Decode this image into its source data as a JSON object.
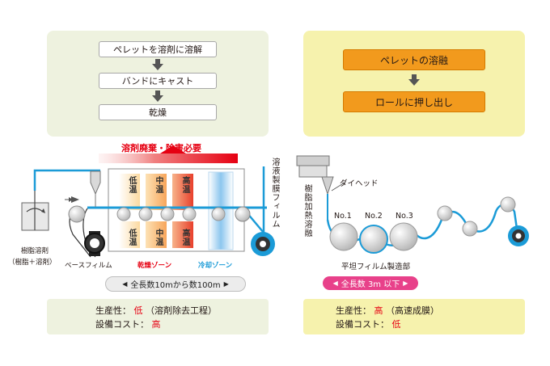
{
  "left": {
    "steps": [
      "ペレットを溶剤に溶解",
      "バンドにキャスト",
      "乾燥"
    ],
    "banner": "溶剤廃棄・除害必要",
    "labels": {
      "tank_top": "樹脂溶剤",
      "tank_bottom": "（樹脂＋溶剤）",
      "base_film": "ベースフィルム",
      "drying_zone": "乾燥ゾーン",
      "cooling_zone": "冷却ゾーン",
      "film_vertical": "溶液製膜フィルム",
      "temps_top": [
        "低温",
        "中温",
        "高温"
      ],
      "temps_bottom": [
        "低温",
        "中温",
        "高温"
      ]
    },
    "length_pill": "全長数10mから数100m",
    "info": {
      "productivity_label": "生産性：",
      "productivity_value": "低",
      "productivity_note": "（溶剤除去工程）",
      "cost_label": "設備コスト：",
      "cost_value": "高"
    }
  },
  "right": {
    "steps": [
      "ペレットの溶融",
      "ロールに押し出し"
    ],
    "labels": {
      "die_head": "ダイヘッド",
      "resin_vertical": "樹脂加熱溶融",
      "rolls": [
        "No.1",
        "No.2",
        "No.3"
      ],
      "flat_film": "平坦フィルム製造部"
    },
    "length_pill": "全長数 3m 以下",
    "info": {
      "productivity_label": "生産性：",
      "productivity_value": "高",
      "productivity_note": "（高速成膜）",
      "cost_label": "設備コスト：",
      "cost_value": "低"
    }
  },
  "colors": {
    "left_panel": "#eef2df",
    "right_panel": "#f6f2ad",
    "orange_step": "#f29a1d",
    "film_line": "#1b9bd7",
    "accent_red": "#e60012",
    "pill_pink": "#e8418a"
  }
}
